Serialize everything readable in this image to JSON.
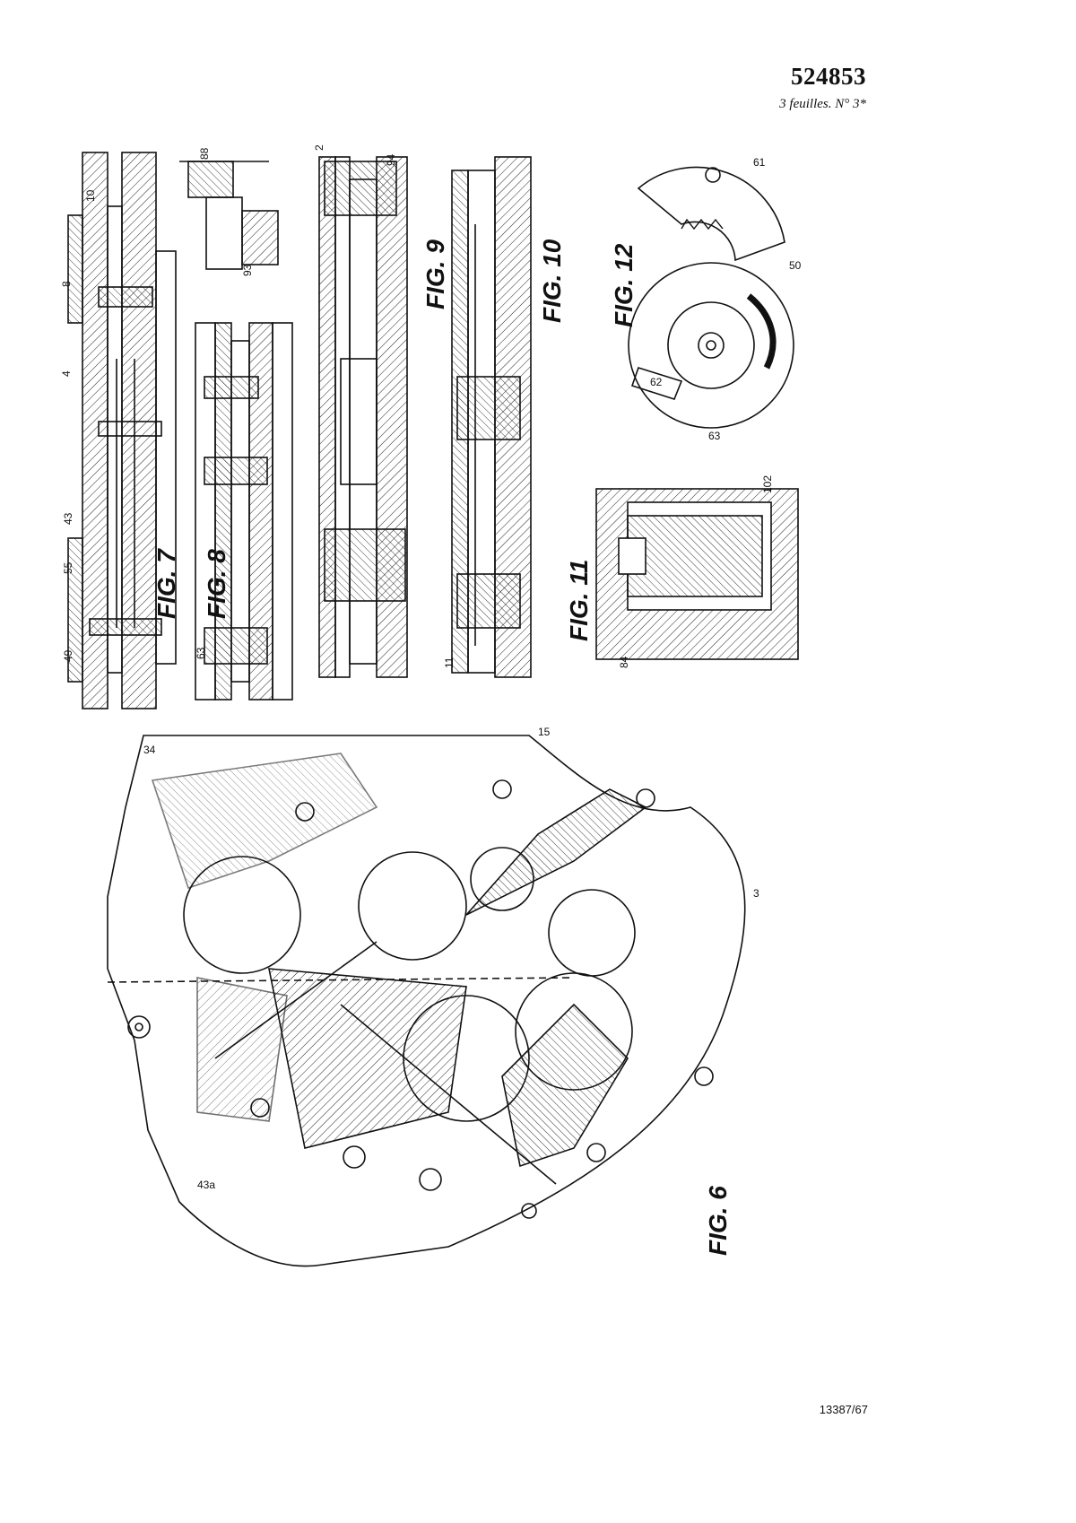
{
  "header": {
    "patent_number": "524853",
    "sheet_note": "3 feuilles. N° 3*"
  },
  "figures": {
    "fig7": "FIG. 7",
    "fig8": "FIG. 8",
    "fig9": "FIG. 9",
    "fig10": "FIG. 10",
    "fig11": "FIG. 11",
    "fig12": "FIG. 12",
    "fig6": "FIG. 6"
  },
  "reference": "13387/67"
}
